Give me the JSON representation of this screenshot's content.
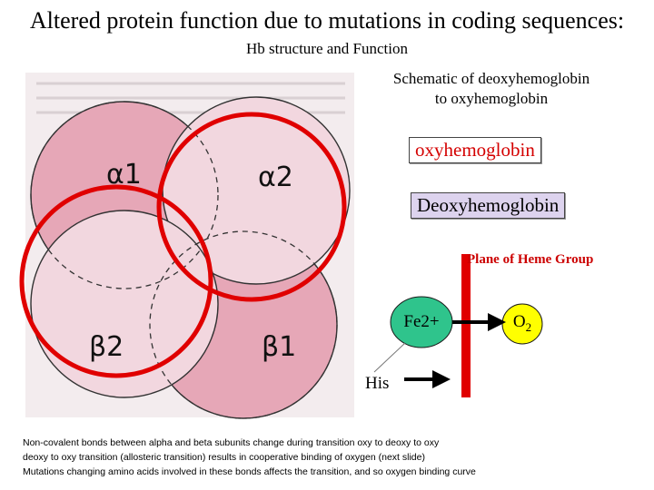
{
  "title": "Altered protein function due to mutations in coding sequences:",
  "subtitle": "Hb structure and Function",
  "schematic_caption": [
    "Schematic of deoxyhemoglobin",
    "to oxyhemoglobin"
  ],
  "state_labels": {
    "oxy": "oxyhemoglobin",
    "deoxy": "Deoxyhemoglobin"
  },
  "subunits": {
    "alpha1": "α1",
    "alpha2": "α2",
    "beta2": "β2",
    "beta1": "β1"
  },
  "heme_diagram": {
    "plane_label": "Plane of Heme Group",
    "iron_label": "Fe2+",
    "oxygen_label": "O",
    "oxygen_subscript": "2",
    "histidine_label": "His"
  },
  "footnotes": [
    "Non-covalent bonds between alpha and beta subunits change during transition oxy to deoxy to oxy",
    "deoxy to oxy transition (allosteric transition) results in cooperative binding of oxygen (next slide)",
    "Mutations changing amino acids involved in these bonds affects the transition, and so oxygen binding curve"
  ],
  "colors": {
    "alpha_fill": "#e6a7b7",
    "beta_fill": "#f2d7df",
    "red_outline": "#e00000",
    "iron_fill": "#2fc48c",
    "oxygen_fill": "#ffff00"
  }
}
